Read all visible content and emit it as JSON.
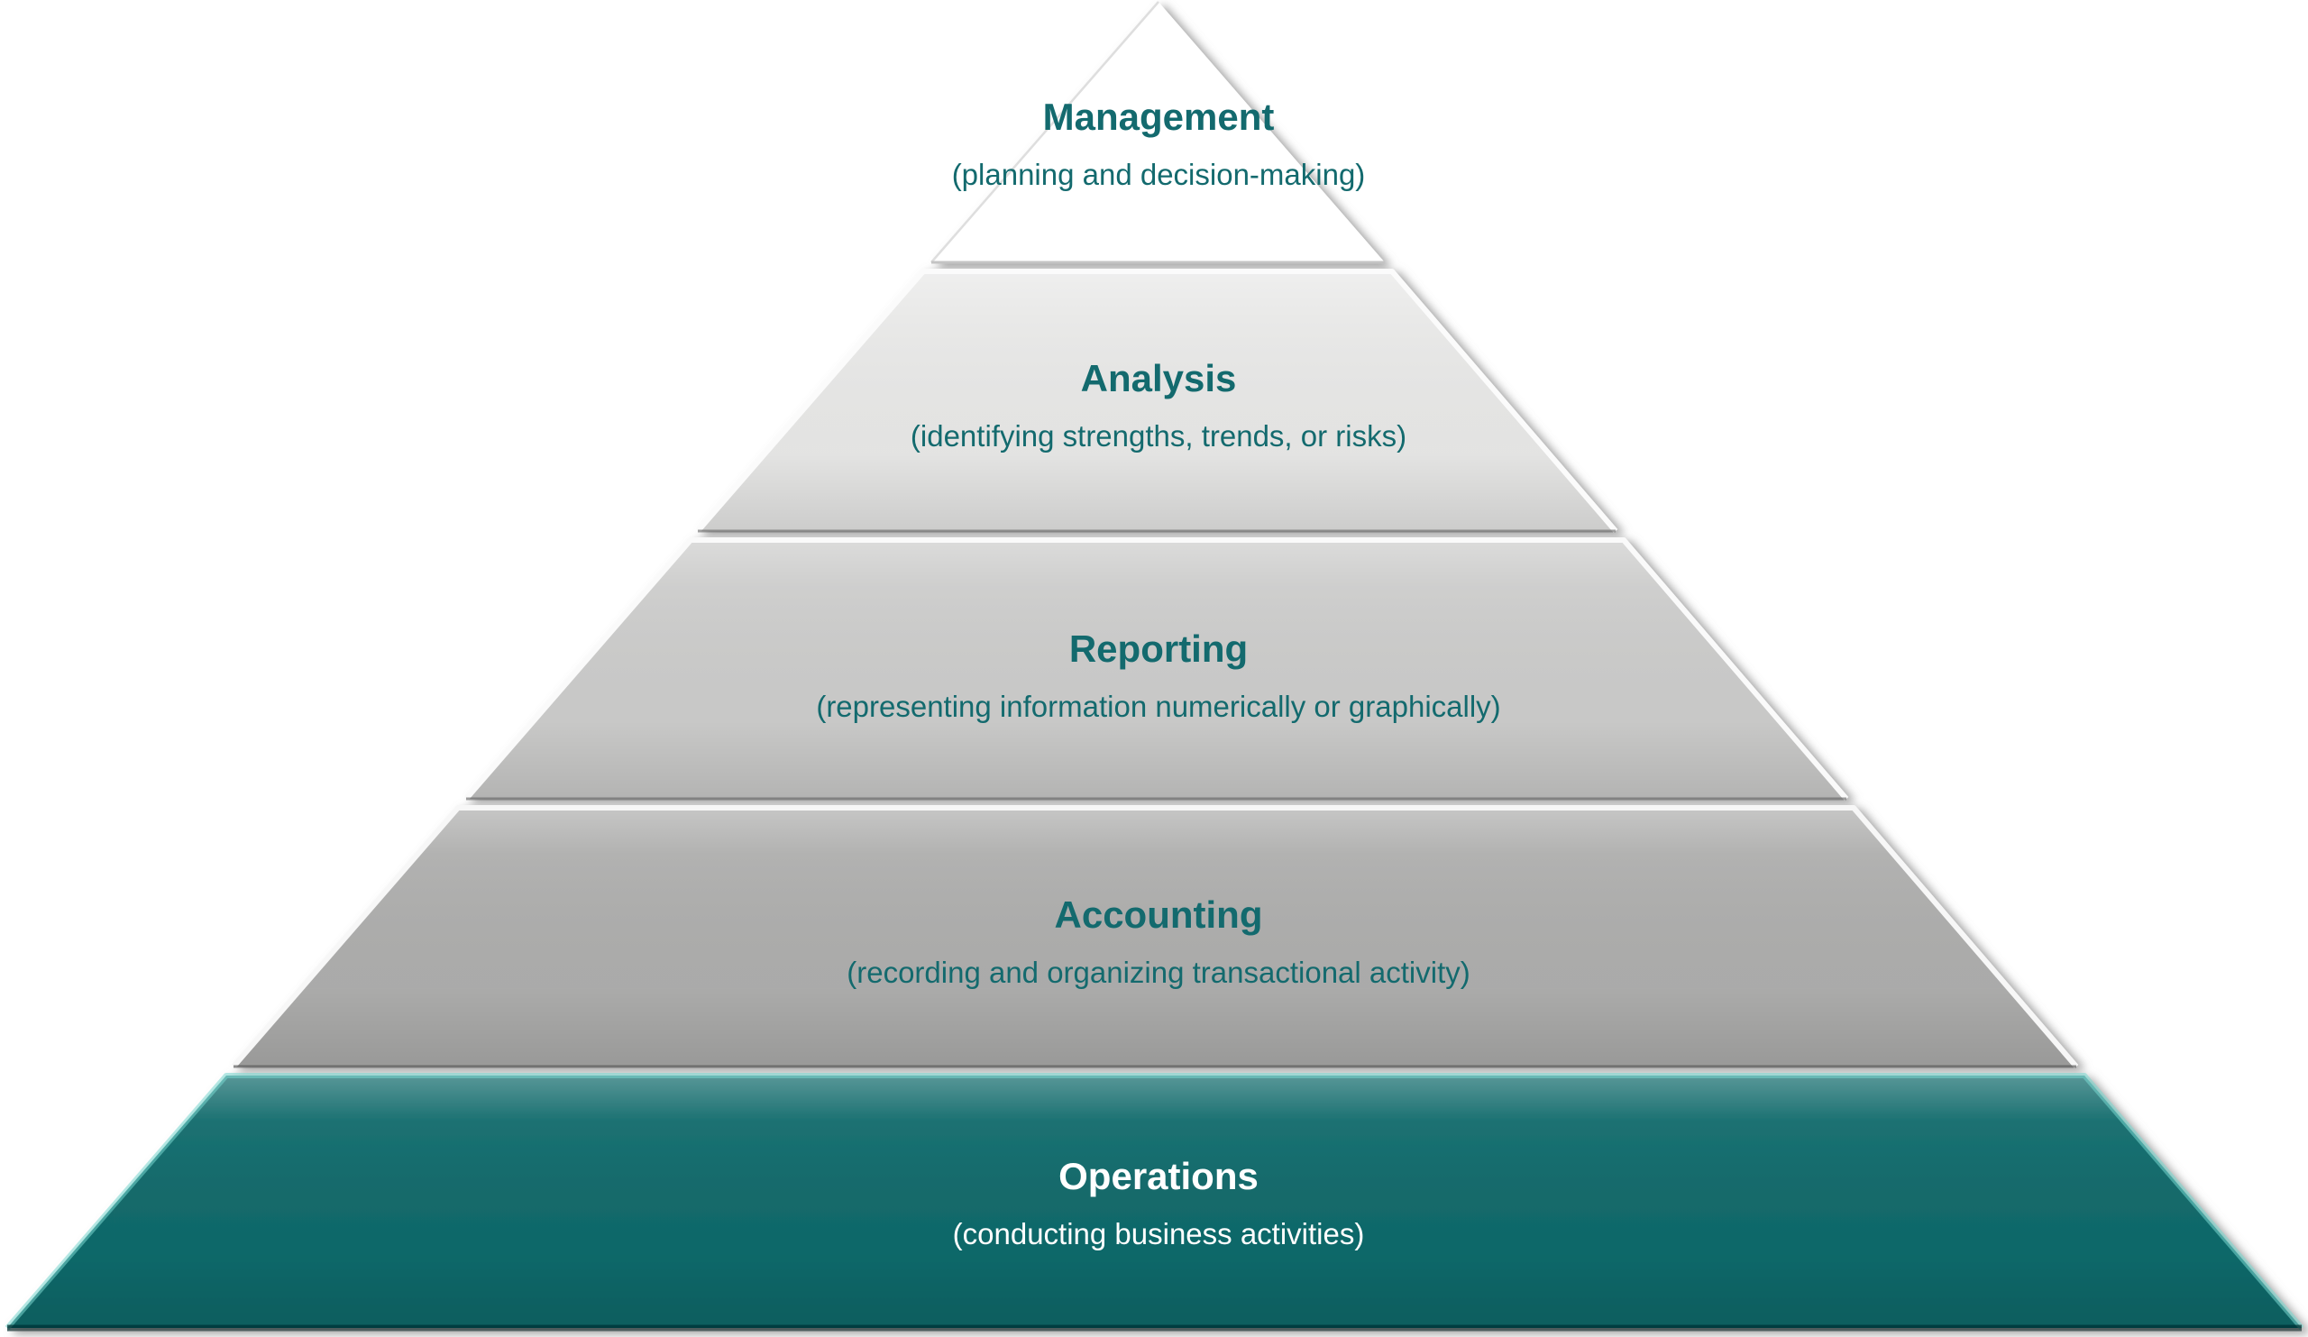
{
  "diagram": {
    "type": "pyramid",
    "background": "#ffffff",
    "accent_color": "#136a6e",
    "levels": [
      {
        "name": "Management",
        "description": "(planning and decision-making)",
        "fill": "#ffffff",
        "text_color": "#136a6e"
      },
      {
        "name": "Analysis",
        "description": "(identifying strengths, trends, or risks)",
        "fill": "#e8e8e7",
        "text_color": "#136a6e"
      },
      {
        "name": "Reporting",
        "description": "(representing information numerically or graphically)",
        "fill": "#cccccb",
        "text_color": "#136a6e"
      },
      {
        "name": "Accounting",
        "description": "(recording and organizing transactional activity)",
        "fill": "#aeaead",
        "text_color": "#136a6e"
      },
      {
        "name": "Operations",
        "description": "(conducting business activities)",
        "fill": "#106a6b",
        "text_color": "#ffffff"
      }
    ]
  }
}
